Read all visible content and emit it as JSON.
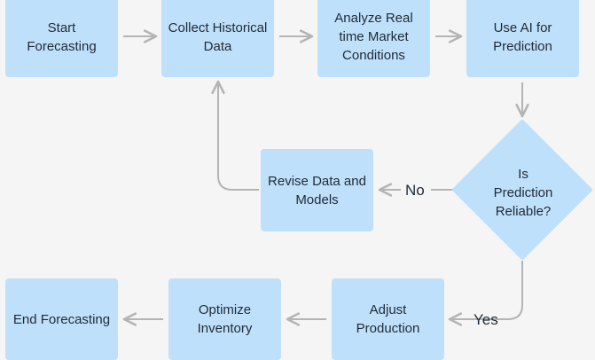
{
  "nodes": {
    "start": "Start\nForecasting",
    "collect": "Collect Historical\nData",
    "analyze": "Analyze Real\ntime Market\nConditions",
    "use_ai": "Use AI for\nPrediction",
    "decision": "Is\nPrediction\nReliable?",
    "revise": "Revise Data and\nModels",
    "adjust": "Adjust\nProduction",
    "optimize": "Optimize\nInventory",
    "end": "End Forecasting"
  },
  "edge_labels": {
    "no": "No",
    "yes": "Yes"
  },
  "colors": {
    "node_fill": "#bfe0fb",
    "arrow": "#b4b4b4",
    "background": "#f5f5f5",
    "text": "#1f2a36"
  }
}
